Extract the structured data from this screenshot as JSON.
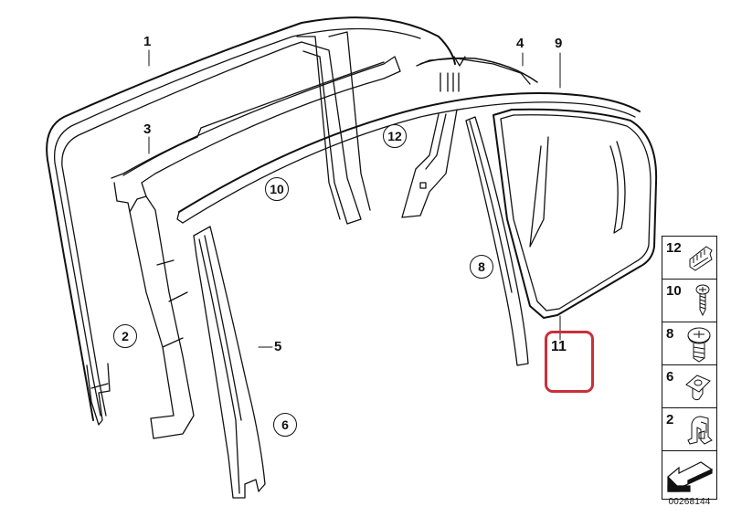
{
  "diagram": {
    "type": "exploded-parts-diagram",
    "subject": "rear door window frame seals and trims",
    "accent_color": "#c8303a",
    "line_color": "#111111",
    "plain_labels": [
      {
        "id": "1",
        "text": "1"
      },
      {
        "id": "3",
        "text": "3"
      },
      {
        "id": "4",
        "text": "4"
      },
      {
        "id": "5",
        "text": "5"
      },
      {
        "id": "9",
        "text": "9"
      },
      {
        "id": "11",
        "text": "11",
        "highlighted": true
      }
    ],
    "circled_labels": [
      {
        "id": "2",
        "text": "2"
      },
      {
        "id": "6",
        "text": "6"
      },
      {
        "id": "8",
        "text": "8"
      },
      {
        "id": "10",
        "text": "10"
      },
      {
        "id": "12",
        "text": "12"
      }
    ]
  },
  "legend": {
    "items": [
      {
        "num": "12",
        "icon": "clip-strip-icon"
      },
      {
        "num": "10",
        "icon": "screw-small-icon"
      },
      {
        "num": "8",
        "icon": "screw-large-icon"
      },
      {
        "num": "6",
        "icon": "nut-clip-icon"
      },
      {
        "num": "2",
        "icon": "spring-clip-icon"
      },
      {
        "num": "",
        "icon": "direction-arrow-icon"
      }
    ]
  },
  "catalog_number": "00268144"
}
